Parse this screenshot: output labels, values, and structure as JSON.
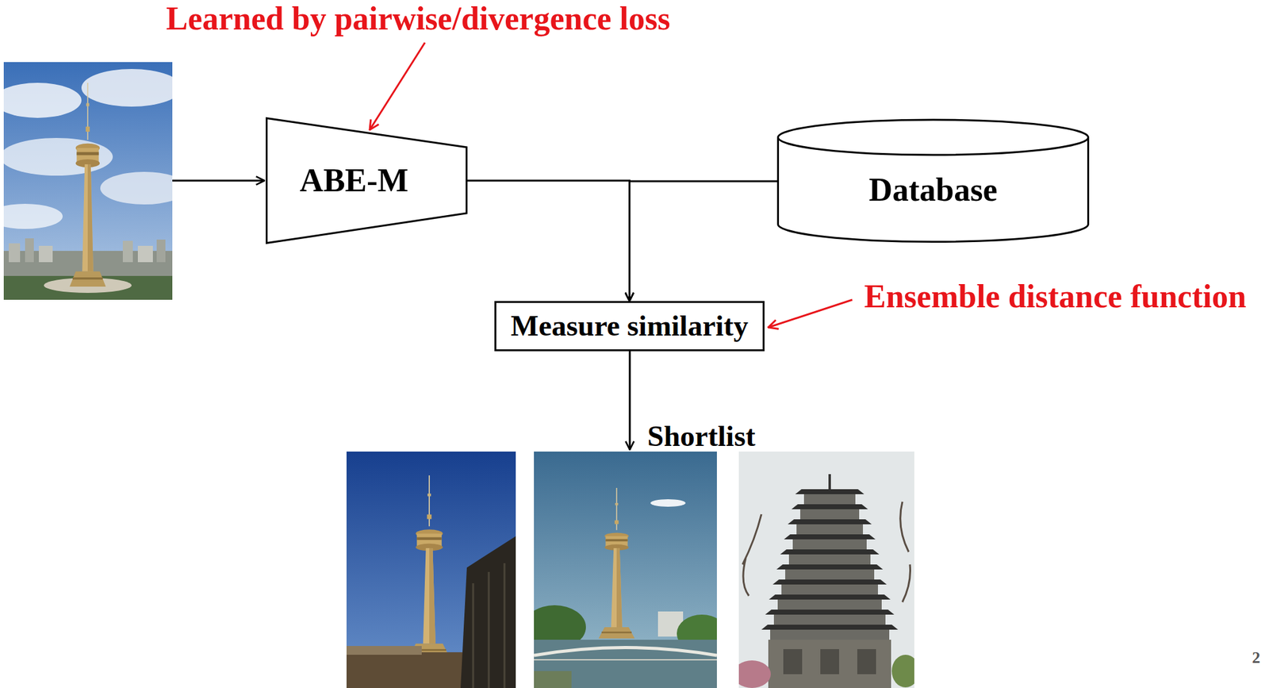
{
  "diagram": {
    "nodes": [
      {
        "text": [
          "ABE-M"
        ]
      },
      {
        "text": [
          "Database"
        ]
      },
      {
        "text": [
          "Measure similarity"
        ]
      }
    ],
    "edges": [
      {
        "from": 0,
        "to": 2,
        "arrow": "to"
      },
      {
        "from": 1,
        "to": 2,
        "arrow": "to"
      }
    ],
    "labels": [
      "Learned by pairwise/divergence loss",
      "Ensemble distance function",
      "Shortlist",
      "2"
    ]
  }
}
